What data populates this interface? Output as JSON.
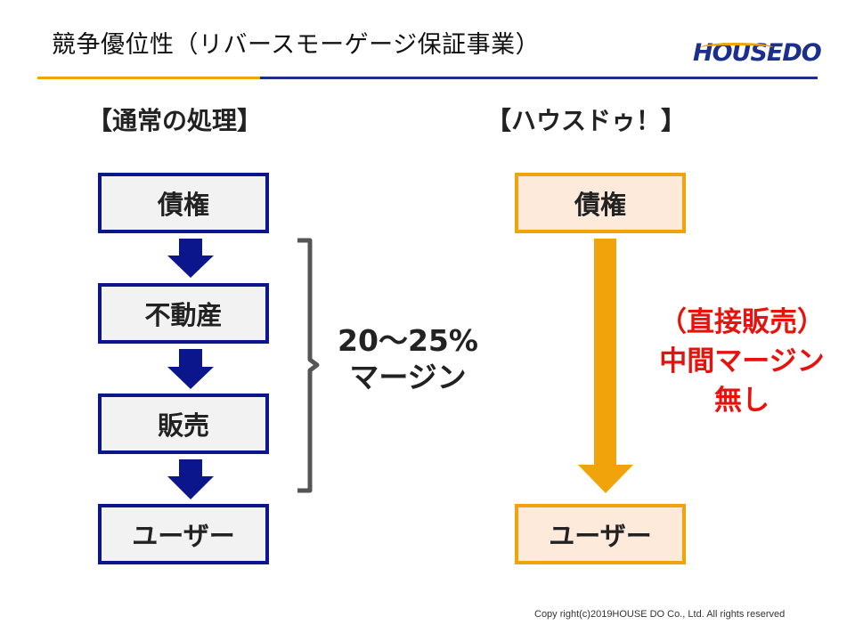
{
  "header": {
    "title": "競争優位性（リバースモーゲージ保証事業）",
    "logo_text": "HOUSEDO",
    "colors": {
      "orange": "#f0a30a",
      "navy": "#1c2f8c"
    }
  },
  "left_column": {
    "heading": "【通常の処理】",
    "steps": [
      "債権",
      "不動産",
      "販売",
      "ユーザー"
    ]
  },
  "margin_note": {
    "line1": "20～25%",
    "line2": "マージン"
  },
  "right_column": {
    "heading": "【ハウスドゥ！】",
    "top": "債権",
    "bottom": "ユーザー"
  },
  "red_note": {
    "line1": "（直接販売）",
    "line2": "中間マージン",
    "line3": "無し",
    "color": "#e8120c"
  },
  "footer": {
    "copyright": "Copy right(c)2019HOUSE DO Co., Ltd.  All rights reserved"
  }
}
